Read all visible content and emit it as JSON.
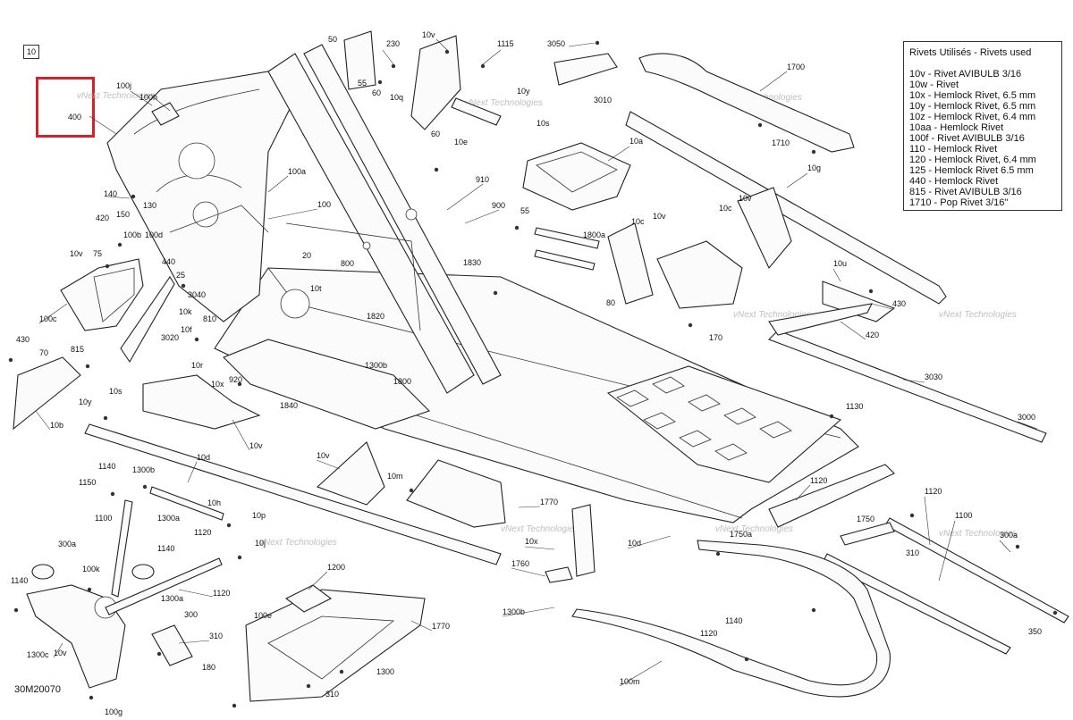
{
  "page_number": "10",
  "drawing_code": "30M20070",
  "watermark": "vNext Technologies",
  "highlight_color": "#d2232a",
  "legend": {
    "title": "Rivets Utilisés - Rivets used",
    "items": [
      "10v - Rivet AVIBULB 3/16",
      "10w - Rivet",
      "10x - Hemlock Rivet, 6.5 mm",
      "10y - Hemlock Rivet, 6.5 mm",
      "10z - Hemlock Rivet, 6.4 mm",
      "10aa - Hemlock Rivet",
      "100f - Rivet AVIBULB 3/16",
      "110 - Hemlock Rivet",
      "120 - Hemlock Rivet, 6.4 mm",
      "125 - Hemlock Rivet 6.5 mm",
      "440 - Hemlock Rivet",
      "815 - Rivet AVIBULB 3/16",
      "1710 - Pop Rivet 3/16\""
    ]
  },
  "callouts": [
    "50",
    "230",
    "10v",
    "1115",
    "3050",
    "1700",
    "100j",
    "100h",
    "400",
    "55",
    "60",
    "10q",
    "10y",
    "3010",
    "10s",
    "10e",
    "60",
    "1710",
    "140",
    "150",
    "130",
    "100a",
    "100",
    "910",
    "10a",
    "10g",
    "420",
    "100b",
    "100d",
    "900",
    "55",
    "10c",
    "10v",
    "10c",
    "10v",
    "75",
    "10v",
    "440",
    "25",
    "20",
    "800",
    "1800a",
    "10u",
    "100c",
    "3040",
    "10t",
    "1830",
    "430",
    "10k",
    "80",
    "810",
    "1820",
    "420",
    "430",
    "70",
    "10f",
    "3020",
    "815",
    "1300b",
    "170",
    "10r",
    "10x",
    "920",
    "1800",
    "3030",
    "10y",
    "10s",
    "1840",
    "3000",
    "10b",
    "10v",
    "1130",
    "10d",
    "10v",
    "10m",
    "1120",
    "1140",
    "1300b",
    "1770",
    "1120",
    "1150",
    "10h",
    "10p",
    "1750",
    "1100",
    "1100",
    "1300a",
    "10d",
    "10x",
    "1750a",
    "300a",
    "300a",
    "1140",
    "1120",
    "10j",
    "1760",
    "310",
    "1140",
    "100k",
    "1200",
    "1120",
    "1300a",
    "1300b",
    "1140",
    "300",
    "10v",
    "100e",
    "1770",
    "350",
    "310",
    "1300c",
    "1120",
    "180",
    "1300",
    "100m",
    "310",
    "100g"
  ]
}
